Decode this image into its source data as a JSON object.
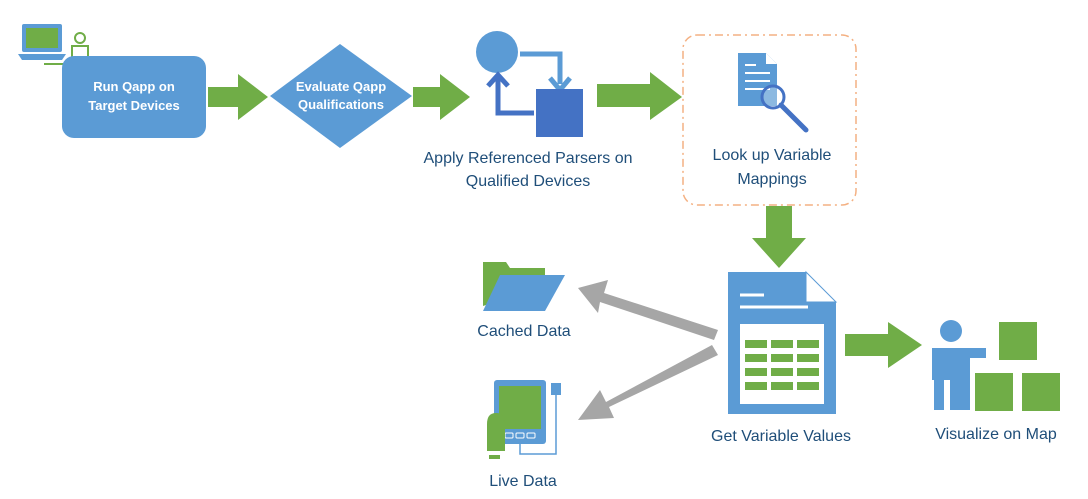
{
  "colors": {
    "blue": "#5b9bd5",
    "dark_blue": "#4472c4",
    "green": "#70ad47",
    "gray": "#a6a6a6",
    "orange_dash": "#f4b183",
    "text": "#1f4e79"
  },
  "steps": {
    "run_qapp": {
      "line1": "Run Qapp on",
      "line2": "Target Devices"
    },
    "evaluate": {
      "line1": "Evaluate Qapp",
      "line2": "Qualifications"
    },
    "apply_parsers": {
      "line1": "Apply Referenced Parsers on",
      "line2": "Qualified Devices"
    },
    "lookup": {
      "line1": "Look up Variable",
      "line2": "Mappings"
    },
    "get_values": {
      "label": "Get Variable Values"
    },
    "cached": {
      "label": "Cached Data"
    },
    "live": {
      "label": "Live Data"
    },
    "visualize": {
      "label": "Visualize on Map"
    }
  },
  "icons": {
    "run_qapp": "laptop-user-icon",
    "apply_parsers": "cycle-process-icon",
    "lookup": "document-search-icon",
    "get_values": "spreadsheet-document-icon",
    "cached": "folder-icon",
    "live": "device-usb-icon",
    "visualize": "presenter-blocks-icon"
  }
}
